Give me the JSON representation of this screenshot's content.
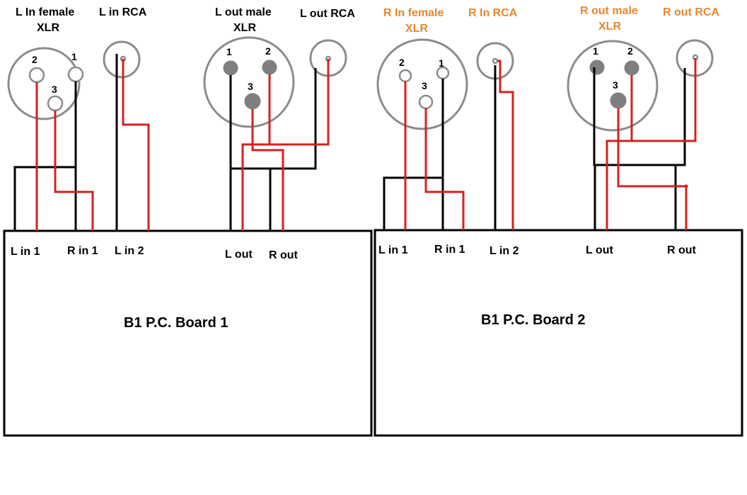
{
  "colors": {
    "left_label": "#000000",
    "right_label": "#e8872f",
    "wire_signal": "#d42121",
    "wire_ground": "#000000",
    "connector": "#8c8c8c"
  },
  "connectors": {
    "l_in_xlr": {
      "line1": "L In female",
      "line2": "XLR",
      "pin1": "1",
      "pin2": "2",
      "pin3": "3"
    },
    "l_in_rca": {
      "label": "L in RCA"
    },
    "l_out_xlr": {
      "line1": "L out male",
      "line2": "XLR",
      "pin1": "1",
      "pin2": "2",
      "pin3": "3"
    },
    "l_out_rca": {
      "label": "L out RCA"
    },
    "r_in_xlr": {
      "line1": "R In female",
      "line2": "XLR",
      "pin1": "1",
      "pin2": "2",
      "pin3": "3"
    },
    "r_in_rca": {
      "label": "R In RCA"
    },
    "r_out_xlr": {
      "line1": "R out male",
      "line2": "XLR",
      "pin1": "1",
      "pin2": "2",
      "pin3": "3"
    },
    "r_out_rca": {
      "label": "R out RCA"
    }
  },
  "boards": {
    "board1": {
      "title": "B1 P.C. Board 1",
      "terminals": {
        "l_in_1": "L in 1",
        "r_in_1": "R in 1",
        "l_in_2": "L in 2",
        "l_out": "L out",
        "r_out": "R out"
      }
    },
    "board2": {
      "title": "B1 P.C. Board 2",
      "terminals": {
        "l_in_1": "L in 1",
        "r_in_1": "R in 1",
        "l_in_2": "L in 2",
        "l_out": "L out",
        "r_out": "R out"
      }
    }
  }
}
